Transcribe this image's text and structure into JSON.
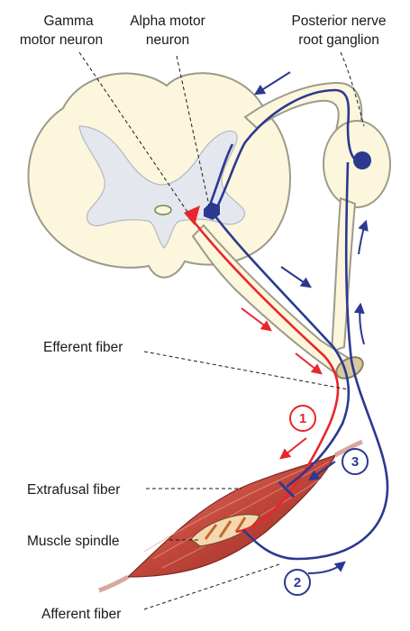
{
  "labels": {
    "gamma_line1": "Gamma",
    "gamma_line2": "motor neuron",
    "alpha_line1": "Alpha motor",
    "alpha_line2": "neuron",
    "ganglion_line1": "Posterior nerve",
    "ganglion_line2": "root ganglion",
    "efferent": "Efferent fiber",
    "extrafusal": "Extrafusal fiber",
    "spindle": "Muscle spindle",
    "afferent": "Afferent fiber"
  },
  "steps": [
    "1",
    "2",
    "3"
  ],
  "colors": {
    "efferent_red": "#e8262b",
    "afferent_blue": "#2b3990",
    "cord_fill": "#fbf6dc",
    "gray_matter": "#e4e8ee",
    "outline": "#9c9a8a",
    "muscle": "#c2463a"
  }
}
